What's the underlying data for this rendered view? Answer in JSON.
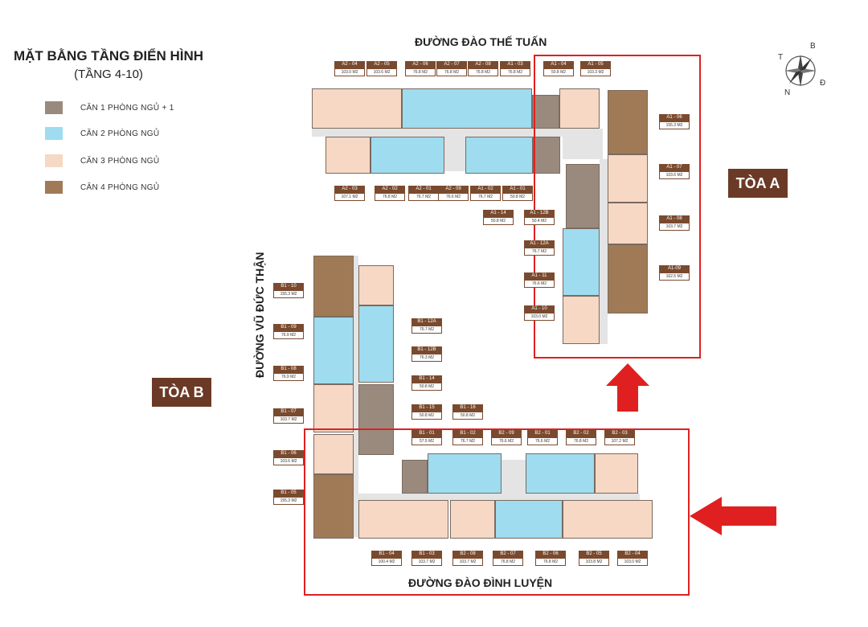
{
  "title": "MẶT BẰNG TẦNG ĐIỂN HÌNH",
  "subtitle": "(TẦNG 4-10)",
  "legend": [
    {
      "label": "CĂN 1 PHÒNG NGỦ + 1",
      "color": "#9a8a7e"
    },
    {
      "label": "CĂN 2 PHÒNG NGỦ",
      "color": "#9fdcef"
    },
    {
      "label": "CĂN 3 PHÒNG NGỦ",
      "color": "#f6d8c4"
    },
    {
      "label": "CĂN 4 PHÒNG NGỦ",
      "color": "#a07a56"
    }
  ],
  "streets": {
    "north": "ĐƯỜNG ĐÀO THẾ TUẤN",
    "west": "ĐƯỜNG VŨ ĐỨC THẬN",
    "south": "ĐƯỜNG ĐÀO ĐÌNH LUYỆN"
  },
  "towers": {
    "a": "TÒA A",
    "b": "TÒA B"
  },
  "compass": {
    "north": "B",
    "south": "N",
    "east": "Đ",
    "west": "T"
  },
  "units": [
    {
      "code": "A2 - 04",
      "area": "103.0 M2"
    },
    {
      "code": "A2 - 05",
      "area": "103.6 M2"
    },
    {
      "code": "A2 - 06",
      "area": "76.8 M2"
    },
    {
      "code": "A2 - 07",
      "area": "76.8 M2"
    },
    {
      "code": "A2 - 08",
      "area": "76.8 M2"
    },
    {
      "code": "A1 - 03",
      "area": "76.8 M2"
    },
    {
      "code": "A1 - 04",
      "area": "50.8 M2"
    },
    {
      "code": "A1 - 05",
      "area": "103.3 M2"
    },
    {
      "code": "A1 - 06",
      "area": "155.3 M2"
    },
    {
      "code": "A1 - 07",
      "area": "103.6 M2"
    },
    {
      "code": "A1 - 08",
      "area": "103.7 M2"
    },
    {
      "code": "A1-09",
      "area": "162.5 M2"
    },
    {
      "code": "A2 - 03",
      "area": "107.1 M2"
    },
    {
      "code": "A2 - 02",
      "area": "76.8 M2"
    },
    {
      "code": "A2 - 01",
      "area": "76.7 M2"
    },
    {
      "code": "A2 - 09",
      "area": "76.6 M2"
    },
    {
      "code": "A1 - 02",
      "area": "76.7 M2"
    },
    {
      "code": "A1 - 01",
      "area": "50.8 M2"
    },
    {
      "code": "A1 - 14",
      "area": "50.8 M2"
    },
    {
      "code": "A1 - 12B",
      "area": "50.4 M2"
    },
    {
      "code": "A1 - 12A",
      "area": "76.7 M2"
    },
    {
      "code": "A1 - 11",
      "area": "76.6 M2"
    },
    {
      "code": "A1 - 10",
      "area": "103.0 M2"
    },
    {
      "code": "B1 - 10",
      "area": "155.3 M2"
    },
    {
      "code": "B1 - 09",
      "area": "76.9 M2"
    },
    {
      "code": "B1 - 08",
      "area": "76.9 M2"
    },
    {
      "code": "B1 - 07",
      "area": "103.7 M2"
    },
    {
      "code": "B1 - 06",
      "area": "103.6 M2"
    },
    {
      "code": "B1 - 05",
      "area": "155.3 M2"
    },
    {
      "code": "B1 - 12A",
      "area": "76.7 M2"
    },
    {
      "code": "B1 - 12B",
      "area": "76.3 M2"
    },
    {
      "code": "B1 - 14",
      "area": "50.8 M2"
    },
    {
      "code": "B1 - 15",
      "area": "50.8 M2"
    },
    {
      "code": "B1 - 16",
      "area": "50.8 M2"
    },
    {
      "code": "B1 - 01",
      "area": "57.5 M2"
    },
    {
      "code": "B1 - 02",
      "area": "76.7 M2"
    },
    {
      "code": "B2 - 09",
      "area": "76.6 M2"
    },
    {
      "code": "B2 - 01",
      "area": "76.6 M2"
    },
    {
      "code": "B2 - 02",
      "area": "76.8 M2"
    },
    {
      "code": "B2 - 03",
      "area": "107.2 M2"
    },
    {
      "code": "B1 - 04",
      "area": "100.4 M2"
    },
    {
      "code": "B1 - 03",
      "area": "103.7 M2"
    },
    {
      "code": "B2 - 08",
      "area": "103.7 M2"
    },
    {
      "code": "B2 - 07",
      "area": "76.8 M2"
    },
    {
      "code": "B2 - 06",
      "area": "76.8 M2"
    },
    {
      "code": "B2 - 05",
      "area": "103.8 M2"
    },
    {
      "code": "B2 - 04",
      "area": "103.0 M2"
    }
  ]
}
